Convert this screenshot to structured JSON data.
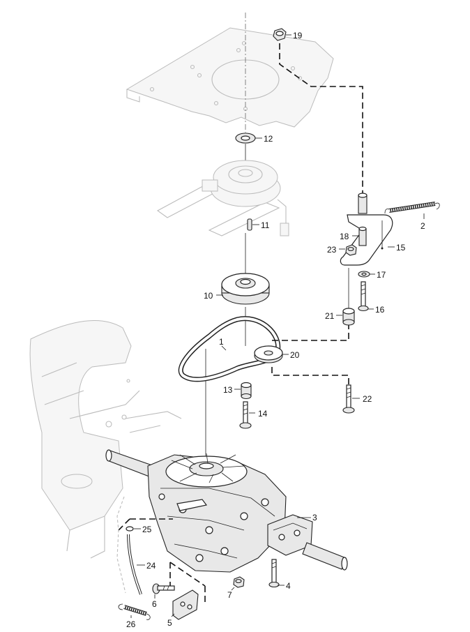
{
  "callouts": [
    {
      "id": "19",
      "label": "19"
    },
    {
      "id": "12",
      "label": "12"
    },
    {
      "id": "2",
      "label": "2"
    },
    {
      "id": "11",
      "label": "11"
    },
    {
      "id": "18",
      "label": "18"
    },
    {
      "id": "15",
      "label": "15"
    },
    {
      "id": "23",
      "label": "23"
    },
    {
      "id": "17",
      "label": "17"
    },
    {
      "id": "10",
      "label": "10"
    },
    {
      "id": "21",
      "label": "21"
    },
    {
      "id": "16",
      "label": "16"
    },
    {
      "id": "1",
      "label": "1"
    },
    {
      "id": "20",
      "label": "20"
    },
    {
      "id": "13",
      "label": "13"
    },
    {
      "id": "22",
      "label": "22"
    },
    {
      "id": "14",
      "label": "14"
    },
    {
      "id": "3",
      "label": "3"
    },
    {
      "id": "25",
      "label": "25"
    },
    {
      "id": "24",
      "label": "24"
    },
    {
      "id": "4",
      "label": "4"
    },
    {
      "id": "6",
      "label": "6"
    },
    {
      "id": "7",
      "label": "7"
    },
    {
      "id": "26",
      "label": "26"
    },
    {
      "id": "5",
      "label": "5"
    }
  ]
}
